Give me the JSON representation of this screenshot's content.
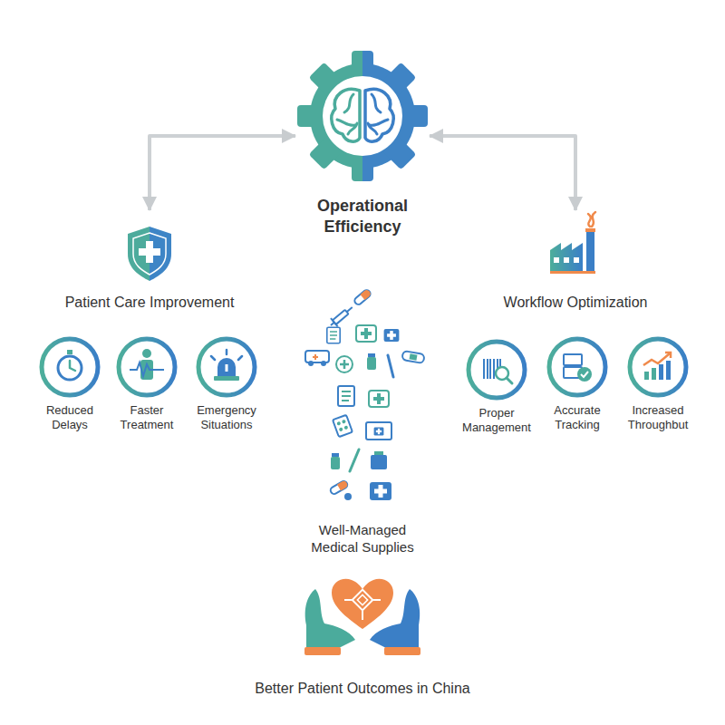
{
  "diagram": {
    "nodes": [
      {
        "text": [
          "Operational Efficiency"
        ]
      },
      {
        "text": [
          "Patient Care Improvement"
        ]
      },
      {
        "text": [
          "Workflow Optimization"
        ]
      },
      {
        "text": [
          "Reduced Delays"
        ]
      },
      {
        "text": [
          "Faster Treatment"
        ]
      },
      {
        "text": [
          "Emergency Situations"
        ]
      },
      {
        "text": [
          "Proper Management"
        ]
      },
      {
        "text": [
          "Accurate Tracking"
        ]
      },
      {
        "text": [
          "Increased Throughbut"
        ]
      },
      {
        "text": [
          "Well-Managed Medical Supplies"
        ]
      },
      {
        "text": [
          "Better Patient Outcomes in China"
        ]
      }
    ],
    "edges": [
      {
        "from": 0,
        "to": 1,
        "arrow": "both"
      },
      {
        "from": 0,
        "to": 2,
        "arrow": "both"
      }
    ]
  }
}
